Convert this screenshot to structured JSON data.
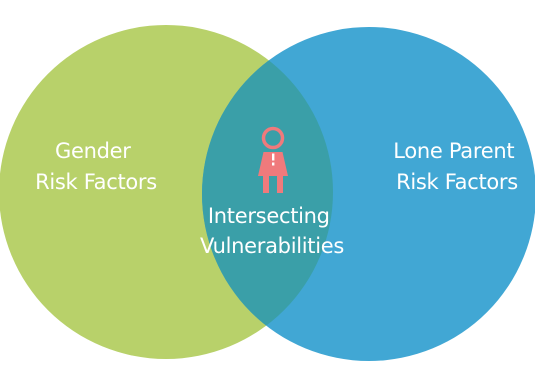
{
  "diagram": {
    "type": "venn",
    "left_set": {
      "label_lines": [
        "Gender",
        "Risk Factors"
      ],
      "color": "#b8d16a"
    },
    "right_set": {
      "label_lines": [
        "Lone Parent",
        "Risk Factors"
      ],
      "color": "#41a7d4"
    },
    "intersection": {
      "label_lines": [
        "Intersecting",
        "Vulnerabilities"
      ],
      "color": "#3a9fa8",
      "icon": "woman-icon",
      "icon_color": "#ef7a7c"
    }
  }
}
